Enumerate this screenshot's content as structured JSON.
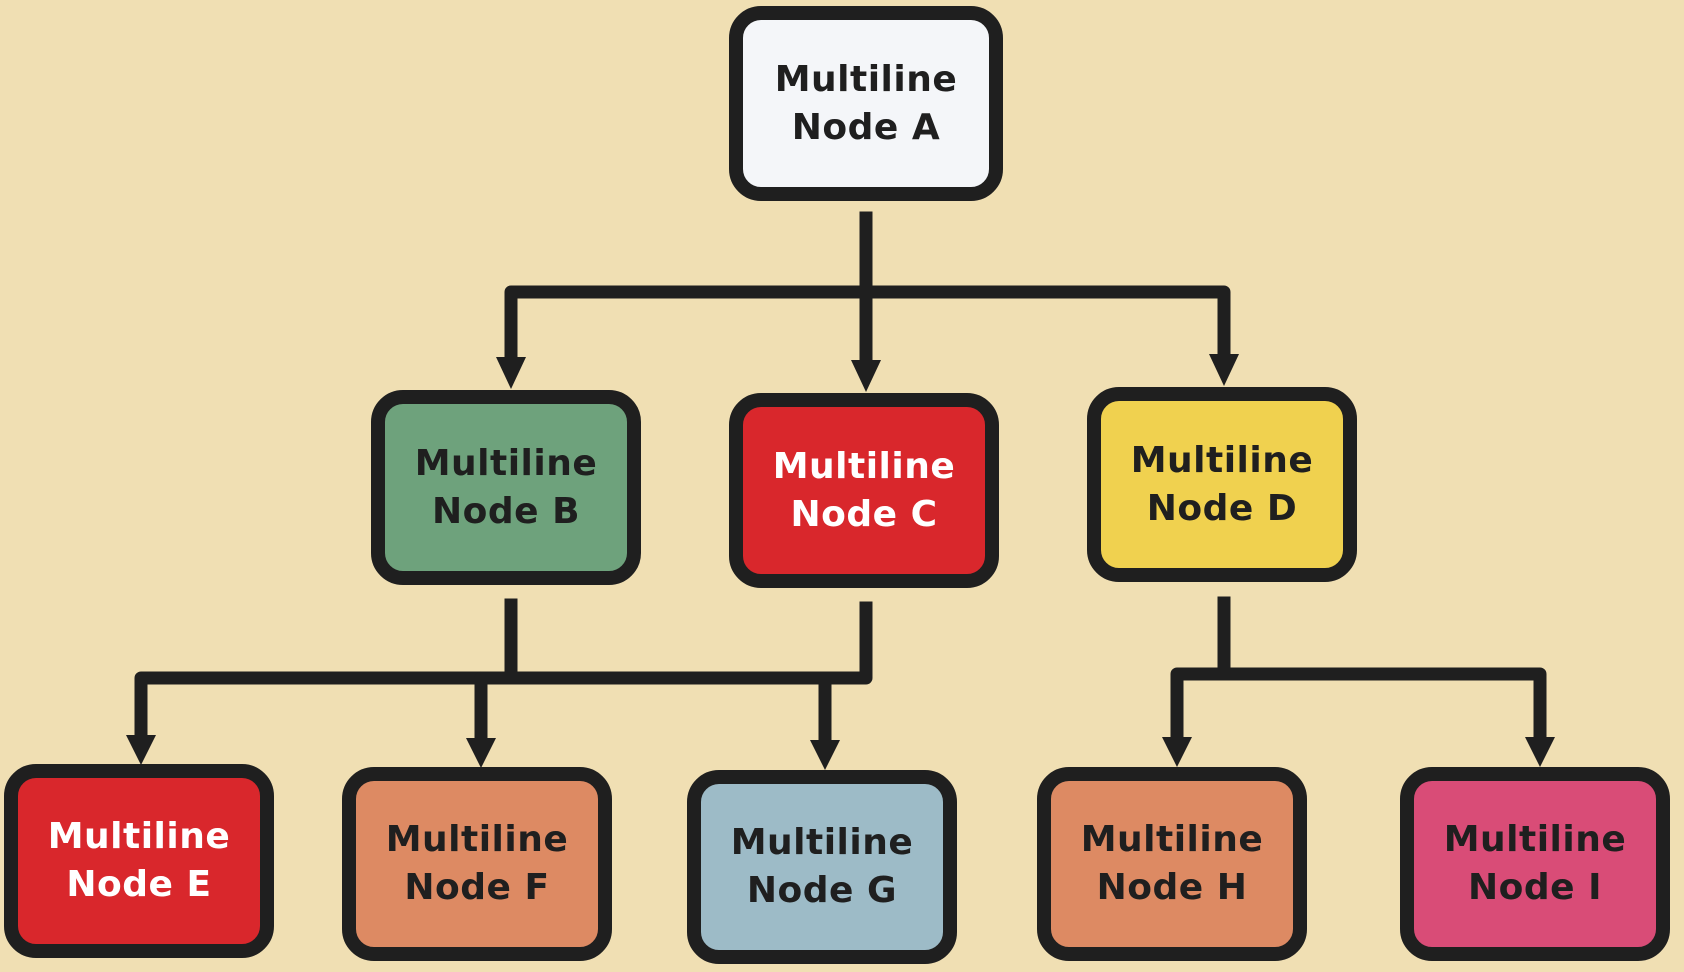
{
  "nodes": {
    "a": {
      "line1": "Multiline",
      "line2": "Node A",
      "fill": "#f4f6f9",
      "text_color": "#1f1f1f"
    },
    "b": {
      "line1": "Multiline",
      "line2": "Node B",
      "fill": "#6ea27c",
      "text_color": "#1f1f1f"
    },
    "c": {
      "line1": "Multiline",
      "line2": "Node C",
      "fill": "#d9272c",
      "text_color": "#ffffff"
    },
    "d": {
      "line1": "Multiline",
      "line2": "Node D",
      "fill": "#f0d14f",
      "text_color": "#1f1f1f"
    },
    "e": {
      "line1": "Multiline",
      "line2": "Node E",
      "fill": "#d9272c",
      "text_color": "#ffffff"
    },
    "f": {
      "line1": "Multiline",
      "line2": "Node F",
      "fill": "#dd8a63",
      "text_color": "#1f1f1f"
    },
    "g": {
      "line1": "Multiline",
      "line2": "Node G",
      "fill": "#9dbbc7",
      "text_color": "#1f1f1f"
    },
    "h": {
      "line1": "Multiline",
      "line2": "Node H",
      "fill": "#dd8a63",
      "text_color": "#1f1f1f"
    },
    "i": {
      "line1": "Multiline",
      "line2": "Node I",
      "fill": "#d94c77",
      "text_color": "#1f1f1f"
    }
  },
  "edges": [
    {
      "from": "a",
      "to": "b"
    },
    {
      "from": "a",
      "to": "c"
    },
    {
      "from": "a",
      "to": "d"
    },
    {
      "from": "b",
      "to": "e"
    },
    {
      "from": "b",
      "to": "f"
    },
    {
      "from": "b",
      "to": "g"
    },
    {
      "from": "c",
      "to": "g"
    },
    {
      "from": "d",
      "to": "h"
    },
    {
      "from": "d",
      "to": "i"
    }
  ],
  "colors": {
    "stroke": "#1f1f1f",
    "background": "#f0dfb3"
  }
}
